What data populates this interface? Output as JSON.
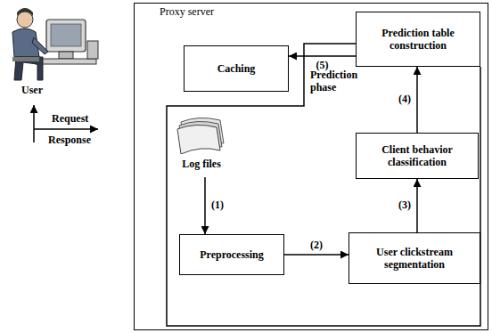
{
  "diagram": {
    "nodes": [
      {
        "text": [
          "Proxy server"
        ]
      },
      {
        "text": [
          "Caching"
        ],
        "in": 0
      },
      {
        "text": [
          "Prediction table construction"
        ],
        "in": 0
      },
      {
        "text": [
          "Prediction phase"
        ],
        "in": 0
      },
      {
        "text": [
          "Log files"
        ],
        "in": 3
      },
      {
        "text": [
          "Preprocessing"
        ],
        "in": 3
      },
      {
        "text": [
          "User clickstream segmentation"
        ],
        "in": 3
      },
      {
        "text": [
          "Client behavior classification"
        ],
        "in": 3
      }
    ],
    "edges": [
      {
        "from": 4,
        "to": 5,
        "arrow": "to",
        "label": "(1)"
      },
      {
        "from": 5,
        "to": 6,
        "arrow": "to",
        "label": "(2)"
      },
      {
        "from": 6,
        "to": 7,
        "arrow": "to",
        "label": "(3)"
      },
      {
        "from": 7,
        "to": 2,
        "arrow": "to",
        "label": "(4)"
      },
      {
        "from": 2,
        "to": 1,
        "arrow": "to",
        "label": "(5)"
      }
    ],
    "labels": [
      "User",
      "Request",
      "Response"
    ]
  }
}
